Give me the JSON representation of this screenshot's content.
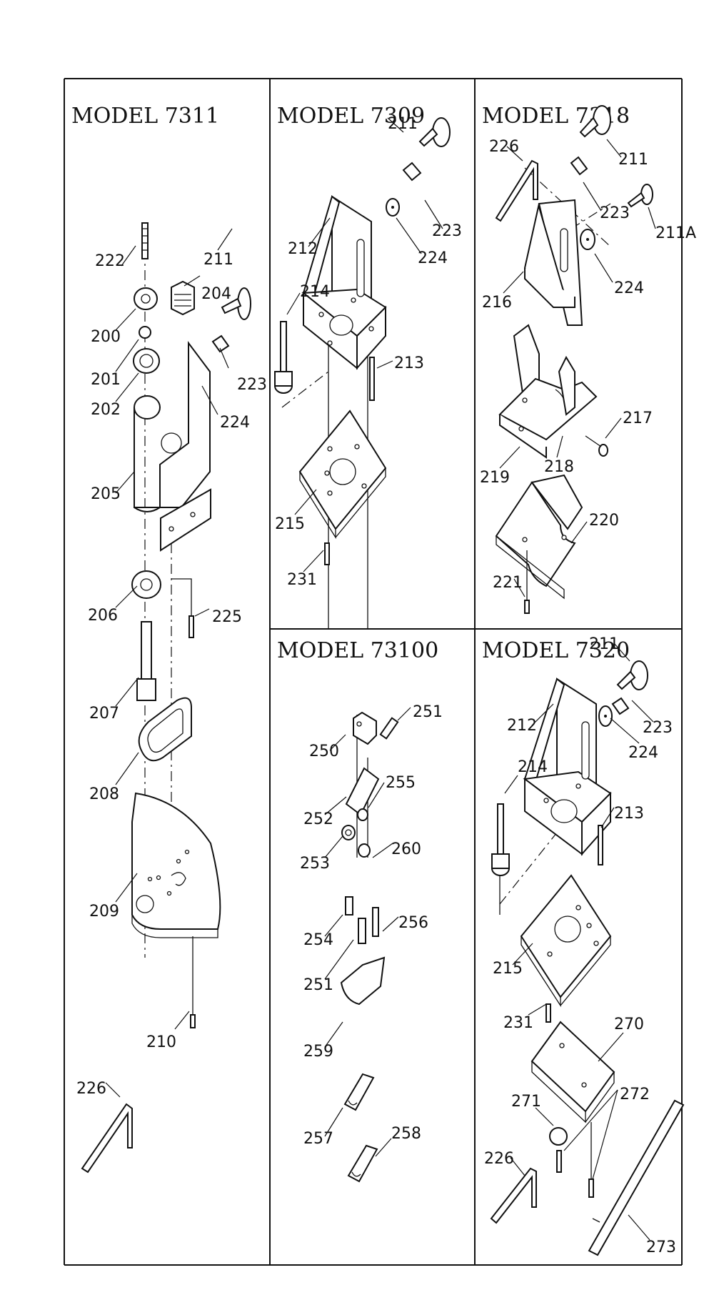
{
  "models": {
    "m7311": "MODEL 7311",
    "m7309": "MODEL 7309",
    "m7318": "MODEL 7318",
    "m73100": "MODEL 73100",
    "m7320": "MODEL 7320"
  },
  "labels": {
    "p7311": [
      "222",
      "211",
      "204",
      "200",
      "201",
      "202",
      "223",
      "224",
      "205",
      "206",
      "225",
      "207",
      "208",
      "209",
      "210",
      "226"
    ],
    "p7309": [
      "211",
      "223",
      "212",
      "224",
      "214",
      "213",
      "215",
      "231"
    ],
    "p7318": [
      "226",
      "211",
      "223",
      "211A",
      "216",
      "224",
      "217",
      "219",
      "218",
      "220",
      "221"
    ],
    "p73100": [
      "250",
      "251",
      "252",
      "255",
      "253",
      "260",
      "254",
      "256",
      "251",
      "259",
      "257",
      "258"
    ],
    "p7320": [
      "211",
      "223",
      "212",
      "224",
      "214",
      "213",
      "215",
      "231",
      "270",
      "271",
      "272",
      "226",
      "273"
    ]
  }
}
